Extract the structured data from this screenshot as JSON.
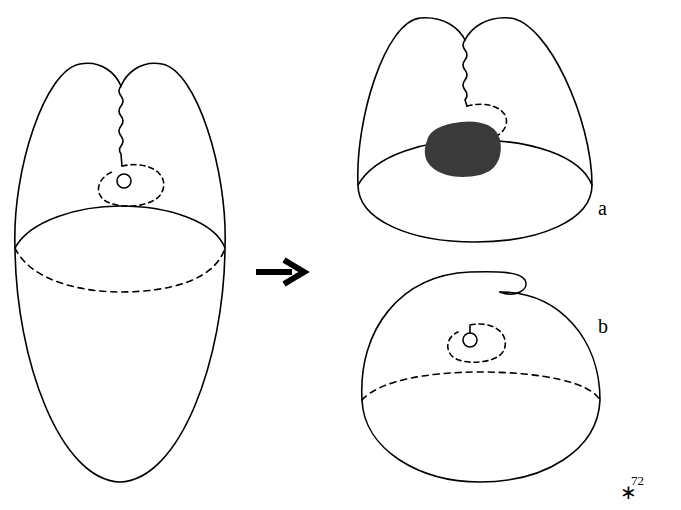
{
  "diagram": {
    "labels": [
      "a",
      "b",
      "∗",
      "72"
    ]
  }
}
